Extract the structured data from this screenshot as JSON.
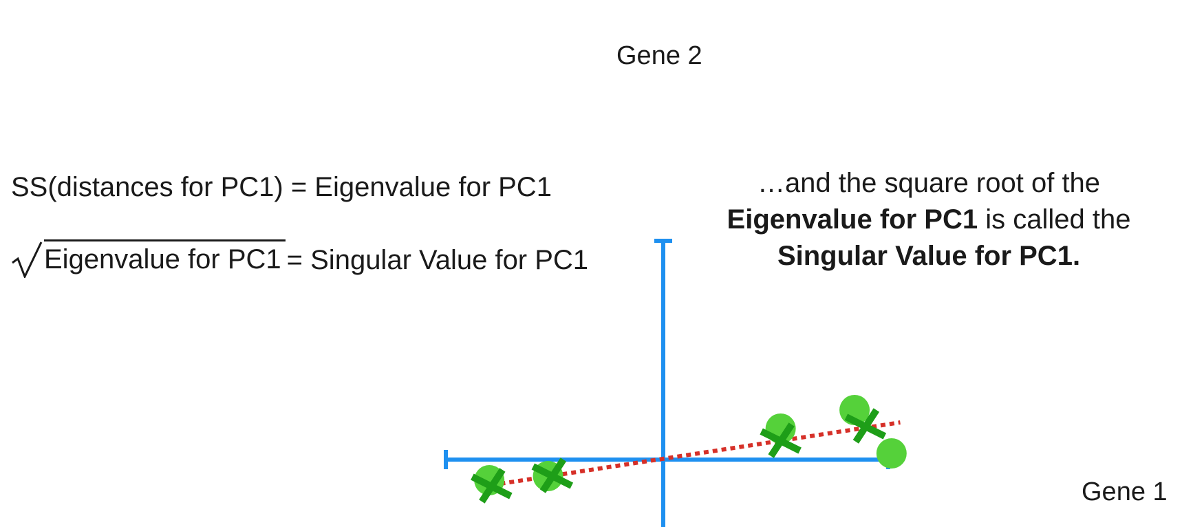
{
  "axes": {
    "x_label": "Gene 1",
    "y_label": "Gene 2"
  },
  "formulas": {
    "line1": "SS(distances for PC1) = Eigenvalue for PC1",
    "line2_radicand": "Eigenvalue for PC1",
    "line2_rest": "= Singular Value for PC1"
  },
  "explanation": {
    "part1": "…and the square root of the",
    "bold1": "Eigenvalue for PC1",
    "part2": "is called the",
    "bold2": "Singular Value for PC1."
  },
  "colors": {
    "axis": "#1e90f0",
    "points": "#55d13a",
    "projections": "#1e9e18",
    "pc1_line": "#d63028"
  },
  "chart_data": {
    "type": "scatter",
    "xlim": [
      -10,
      10
    ],
    "ylim": [
      -2,
      10
    ],
    "points": [
      {
        "x": -8.0,
        "y": -1.0
      },
      {
        "x": -5.3,
        "y": -0.8
      },
      {
        "x": 5.4,
        "y": 1.5
      },
      {
        "x": 8.8,
        "y": 2.4
      },
      {
        "x": 10.5,
        "y": 0.3
      }
    ],
    "projections": [
      {
        "x": -7.9,
        "y": -1.3
      },
      {
        "x": -5.1,
        "y": -0.8
      },
      {
        "x": 5.4,
        "y": 0.9
      },
      {
        "x": 9.3,
        "y": 1.6
      }
    ],
    "pc1_line": {
      "from": [
        -8.3,
        -1.3
      ],
      "to": [
        10.9,
        1.8
      ],
      "style": "dotted"
    }
  }
}
